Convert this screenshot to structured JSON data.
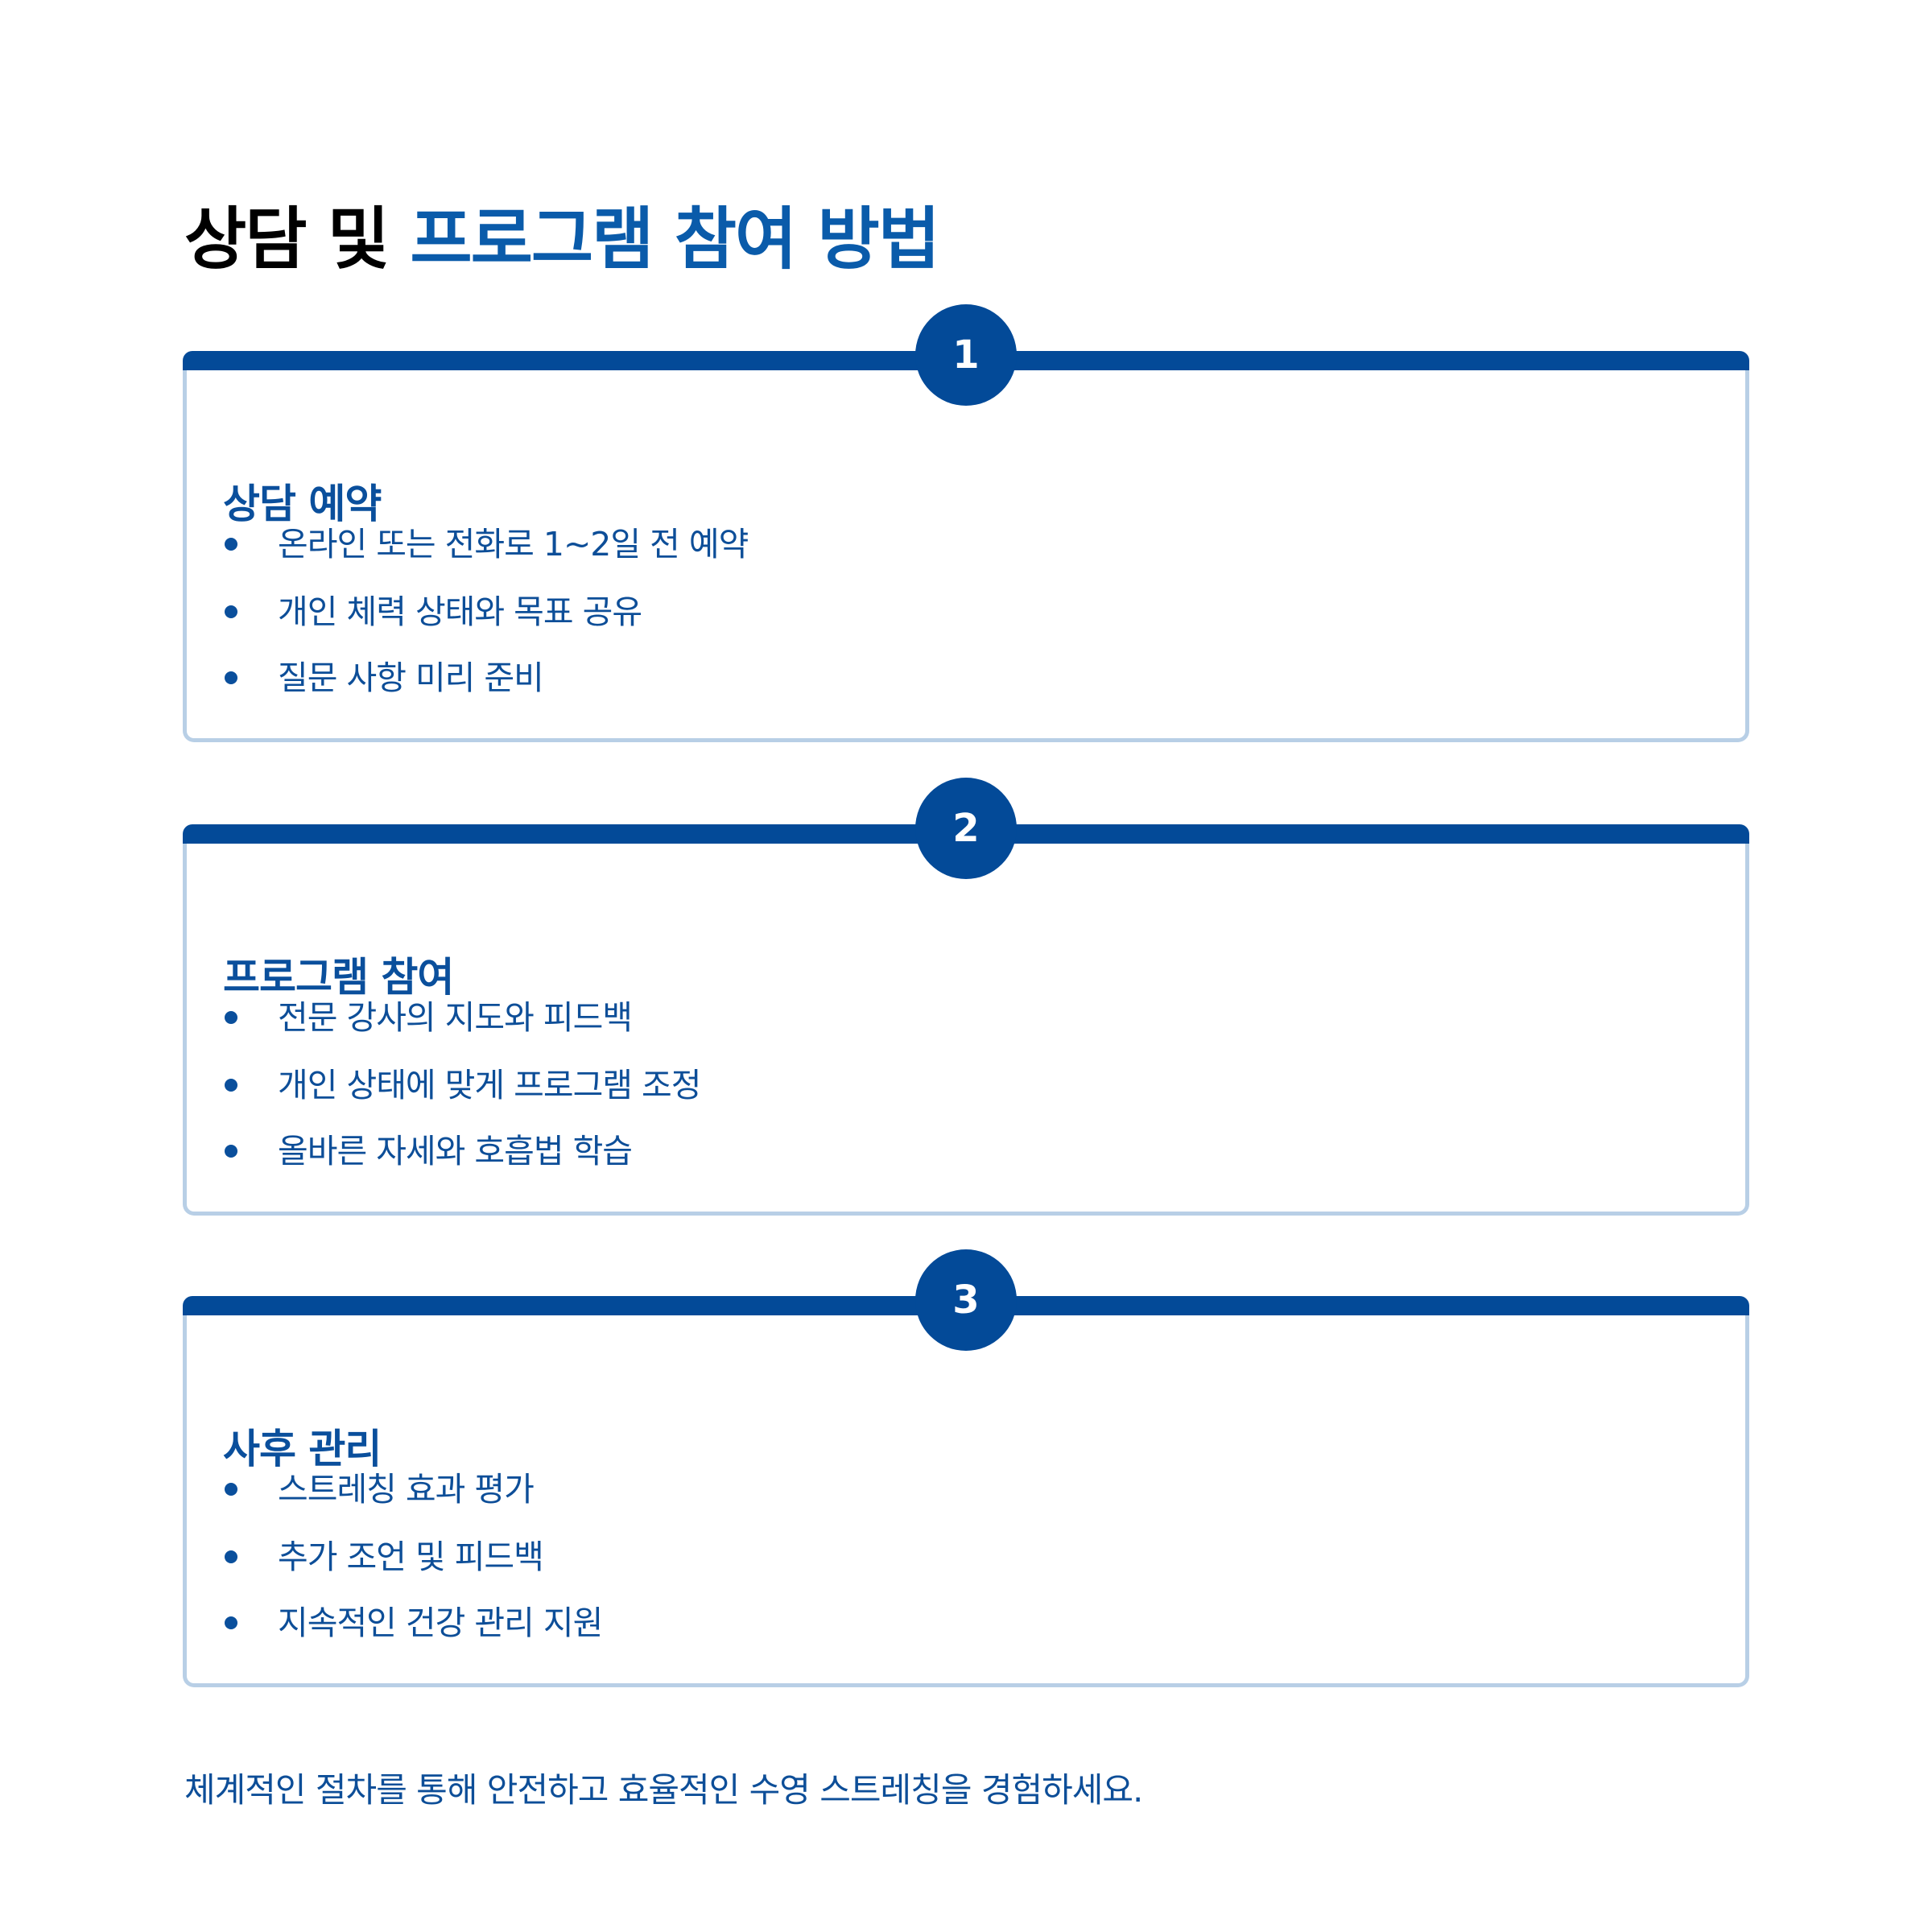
{
  "title": {
    "prefix": "상담 및",
    "highlight": "프로그램 참여 방법"
  },
  "colors": {
    "primary": "#034A98",
    "highlight": "#0A5BAA",
    "card_border": "#B8CFE6",
    "text": "#0D4E98"
  },
  "steps": [
    {
      "number": "1",
      "heading": "상담 예약",
      "items": [
        "온라인 또는 전화로 1~2일 전 예약",
        "개인 체력 상태와 목표 공유",
        "질문 사항 미리 준비"
      ]
    },
    {
      "number": "2",
      "heading": "프로그램 참여",
      "items": [
        "전문 강사의 지도와 피드백",
        "개인 상태에 맞게 프로그램 조정",
        "올바른 자세와 호흡법 학습"
      ]
    },
    {
      "number": "3",
      "heading": "사후 관리",
      "items": [
        "스트레칭 효과 평가",
        "추가 조언 및 피드백",
        "지속적인 건강 관리 지원"
      ]
    }
  ],
  "footer": "체계적인 절차를 통해 안전하고 효율적인 수영 스트레칭을 경험하세요."
}
